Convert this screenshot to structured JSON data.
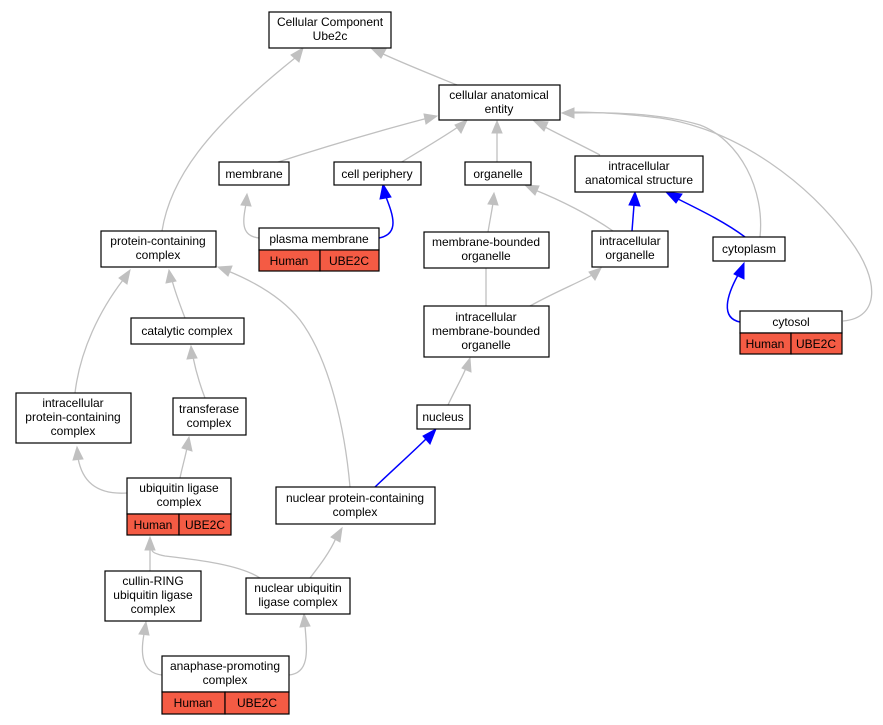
{
  "root": {
    "line1": "Cellular Component",
    "line2": "Ube2c"
  },
  "nodes": {
    "cellular_anatomical_entity": {
      "line1": "cellular anatomical",
      "line2": "entity"
    },
    "membrane": {
      "label": "membrane"
    },
    "cell_periphery": {
      "label": "cell periphery"
    },
    "organelle": {
      "label": "organelle"
    },
    "intracellular_anatomical_structure": {
      "line1": "intracellular",
      "line2": "anatomical structure"
    },
    "protein_containing_complex": {
      "line1": "protein-containing",
      "line2": "complex"
    },
    "plasma_membrane": {
      "label": "plasma membrane",
      "species": "Human",
      "gene": "UBE2C"
    },
    "membrane_bounded_organelle": {
      "line1": "membrane-bounded",
      "line2": "organelle"
    },
    "intracellular_organelle": {
      "line1": "intracellular",
      "line2": "organelle"
    },
    "cytoplasm": {
      "label": "cytoplasm"
    },
    "catalytic_complex": {
      "label": "catalytic complex"
    },
    "intracellular_membrane_bounded_organelle": {
      "line1": "intracellular",
      "line2": "membrane-bounded",
      "line3": "organelle"
    },
    "cytosol": {
      "label": "cytosol",
      "species": "Human",
      "gene": "UBE2C"
    },
    "intracellular_protein_containing_complex": {
      "line1": "intracellular",
      "line2": "protein-containing",
      "line3": "complex"
    },
    "transferase_complex": {
      "line1": "transferase",
      "line2": "complex"
    },
    "nucleus": {
      "label": "nucleus"
    },
    "ubiquitin_ligase_complex": {
      "line1": "ubiquitin ligase",
      "line2": "complex",
      "species": "Human",
      "gene": "UBE2C"
    },
    "nuclear_protein_containing_complex": {
      "line1": "nuclear protein-containing",
      "line2": "complex"
    },
    "cullin_ring_ubiquitin_ligase_complex": {
      "line1": "cullin-RING",
      "line2": "ubiquitin ligase",
      "line3": "complex"
    },
    "nuclear_ubiquitin_ligase_complex": {
      "line1": "nuclear ubiquitin",
      "line2": "ligase complex"
    },
    "anaphase_promoting_complex": {
      "line1": "anaphase-promoting",
      "line2": "complex",
      "species": "Human",
      "gene": "UBE2C"
    }
  },
  "colors": {
    "annotation_fill": "#f45b44",
    "edge_gray": "#c0c0c0",
    "edge_blue": "#0000ff"
  }
}
